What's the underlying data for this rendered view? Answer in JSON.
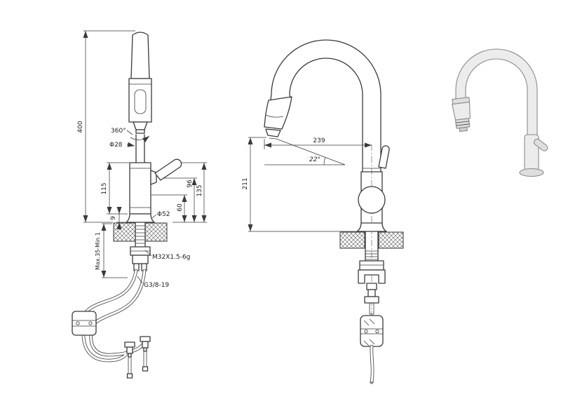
{
  "front_view": {
    "dim_height": "400",
    "dim_swivel": "360°",
    "dim_spout_dia": "Φ28",
    "dim_body_height": "115",
    "dim_base_gap": "9",
    "dim_handle_height": "96",
    "dim_handle_tip_height": "135",
    "dim_handle_base_height": "60",
    "dim_base_dia": "Φ52",
    "dim_deck_range": "Max.35-Min 1",
    "label_shank_thread": "M32X1.5-6g",
    "label_hose_thread": "G3/8-19"
  },
  "side_view": {
    "dim_reach": "239",
    "dim_spray_angle": "22°",
    "dim_height_clearance": "211"
  }
}
